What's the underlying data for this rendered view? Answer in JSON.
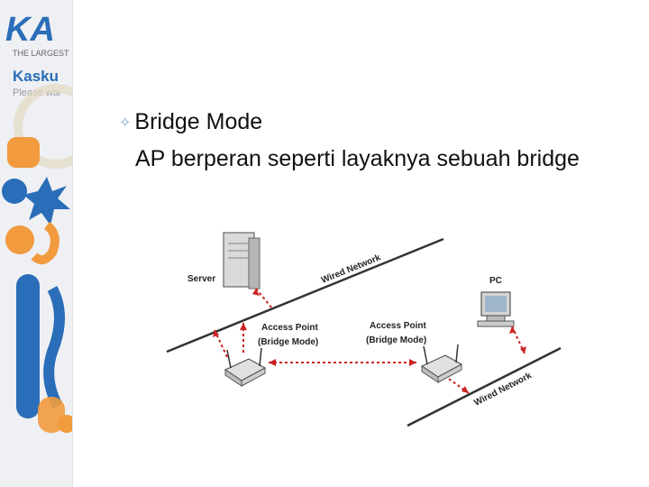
{
  "sidebar": {
    "logo_text": "KA",
    "tagline": "THE LARGEST",
    "brand": "Kasku",
    "wait_text": "Please wai"
  },
  "slide": {
    "bullet_title": "Bridge Mode",
    "body": "AP berperan seperti layaknya sebuah bridge"
  },
  "diagram": {
    "server_label": "Server",
    "pc_label": "PC",
    "wired_network_top": "Wired Network",
    "wired_network_bottom": "Wired Network",
    "ap_left_title": "Access Point",
    "ap_left_mode": "(Bridge Mode)",
    "ap_right_title": "Access Point",
    "ap_right_mode": "(Bridge Mode)",
    "link_color": "#cc2222"
  }
}
